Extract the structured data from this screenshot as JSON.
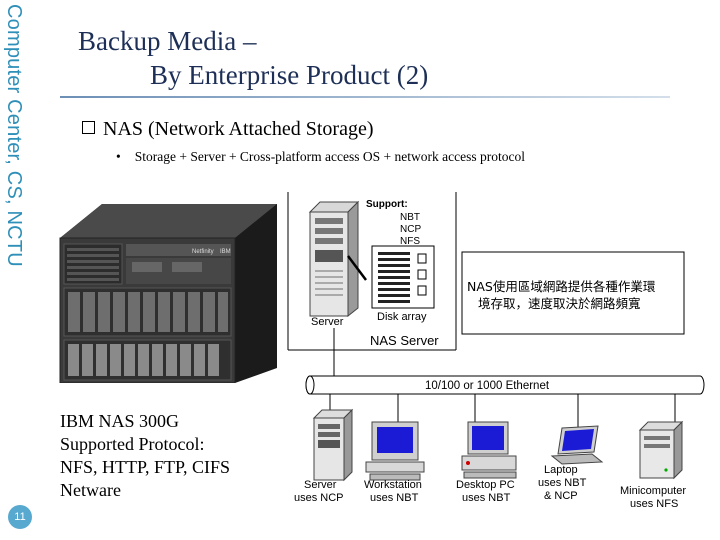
{
  "sidebar": {
    "vertical_text": "Computer Center, CS, NCTU",
    "page_number": "11"
  },
  "header": {
    "title_line1": "Backup Media –",
    "title_line2": "By Enterprise Product (2)"
  },
  "bullets": {
    "main": "NAS (Network Attached Storage)",
    "sub": "Storage + Server + Cross-platform access OS + network access protocol"
  },
  "product_caption": {
    "lines": [
      "IBM NAS 300G",
      "Supported Protocol:",
      "NFS, HTTP, FTP, CIFS",
      "Netware"
    ]
  },
  "server_photo": {
    "brand_label": "IBM",
    "model_label": "Netfinity"
  },
  "diagram": {
    "support_title": "Support:",
    "support_items": [
      "NBT",
      "NCP",
      "NFS"
    ],
    "server_label": "Server",
    "disk_label": "Disk array",
    "nas_server_label": "NAS Server",
    "chinese_note_line1": "NAS使用區域網路提供各種作業環",
    "chinese_note_line2": "境存取，速度取決於網路頻寬",
    "ethernet_label": "10/100 or 1000 Ethernet",
    "clients": [
      {
        "line1": "Server",
        "line2": "uses NCP"
      },
      {
        "line1": "Workstation",
        "line2": "uses NBT"
      },
      {
        "line1": "Desktop PC",
        "line2": "uses NBT"
      },
      {
        "line1": "Laptop",
        "line2": "uses NBT",
        "line3": "& NCP"
      },
      {
        "line1": "Minicomputer",
        "line2": "uses NFS"
      }
    ]
  }
}
